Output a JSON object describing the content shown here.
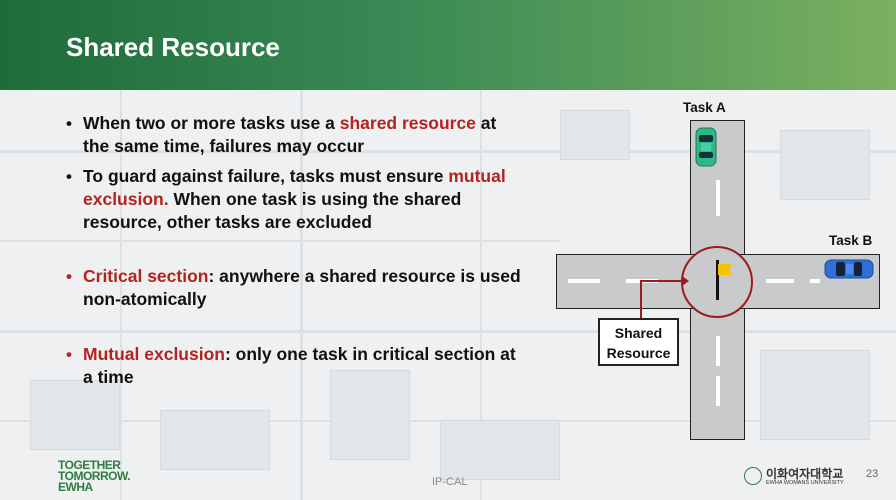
{
  "slide": {
    "title": "Shared Resource",
    "page_number": "23",
    "footer_center": "IP-CAL",
    "logo_lines": [
      "TOGETHER",
      "TOMORROW.",
      "EWHA"
    ],
    "university_korean": "이화여자대학교",
    "university_english": "EWHA WOMANS UNIVERSITY"
  },
  "bullets": [
    {
      "parts": [
        {
          "text": "When two or more tasks use a ",
          "highlight": false
        },
        {
          "text": "shared resource",
          "highlight": true
        },
        {
          "text": " at the same time, failures may occur",
          "highlight": false
        }
      ]
    },
    {
      "parts": [
        {
          "text": "To guard against failure, tasks must ensure ",
          "highlight": false
        },
        {
          "text": "mutual exclusion.",
          "highlight": true
        },
        {
          "text": " When one task is using the shared resource, other tasks are excluded",
          "highlight": false
        }
      ]
    },
    {
      "parts": [
        {
          "text": "Critical section",
          "highlight": true
        },
        {
          "text": ": anywhere a shared resource is used non-atomically",
          "highlight": false
        }
      ]
    },
    {
      "parts": [
        {
          "text": "Mutual exclusion",
          "highlight": true
        },
        {
          "text": ": only one task in critical section at a time",
          "highlight": false
        }
      ]
    }
  ],
  "diagram": {
    "task_a_label": "Task A",
    "task_b_label": "Task B",
    "shared_label_line1": "Shared",
    "shared_label_line2": "Resource"
  },
  "colors": {
    "accent_red": "#b3241f",
    "header_green": "#2f7d48",
    "car_a": "#2fb886",
    "car_b": "#2f6fd6",
    "flag": "#f5c400"
  }
}
